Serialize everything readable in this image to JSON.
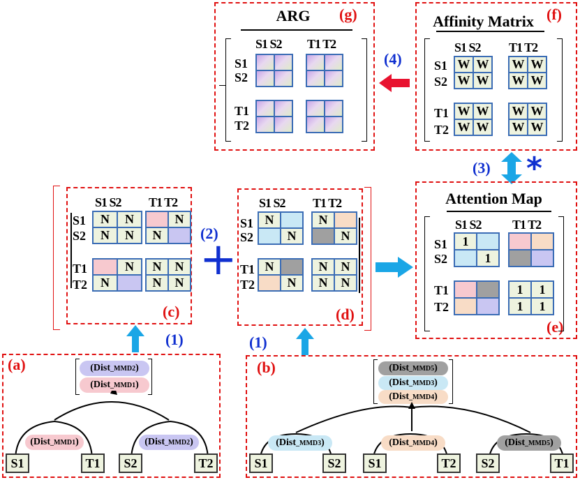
{
  "panels": {
    "a": "(a)",
    "b": "(b)",
    "c": "(c)",
    "d": "(d)",
    "e": "(e)",
    "f": "(f)",
    "g": "(g)"
  },
  "steps": {
    "s1a": "(1)",
    "s1b": "(1)",
    "s2": "(2)",
    "s3": "(3)",
    "s4": "(4)"
  },
  "symbols": {
    "plus": "+",
    "star": "*"
  },
  "titles": {
    "arg": "ARG",
    "affinity": "Affinity Matrix",
    "attention": "Attention Map"
  },
  "headers": {
    "s": "S1 S2",
    "t": "T1 T2"
  },
  "rows": {
    "s1": "S1",
    "s2": "S2",
    "t1": "T1",
    "t2": "T2"
  },
  "matrix_text": {
    "n": "N",
    "w": "W",
    "one": "1"
  },
  "dist": {
    "prefix": "(Dist",
    "mmd1": "_MMD1",
    "mmd2": "_MMD2",
    "mmd3": "_MMD3",
    "mmd4": "_MMD4",
    "mmd5": "_MMD5",
    "suffix": ")"
  },
  "leaves": {
    "a": [
      "S1",
      "T1",
      "S2",
      "T2"
    ],
    "b": [
      "S1",
      "S2",
      "S1",
      "T2",
      "S2",
      "T1"
    ]
  },
  "colors": {
    "red": "#e01010",
    "blue": "#1030d0",
    "cyan": "#1aa6e6",
    "cell": "#eef3df",
    "pink": "#f7c9cf",
    "lav": "#c9c6f2",
    "lblue": "#c9e8f5",
    "peach": "#f8dcc6",
    "gray": "#a0a0a0"
  }
}
